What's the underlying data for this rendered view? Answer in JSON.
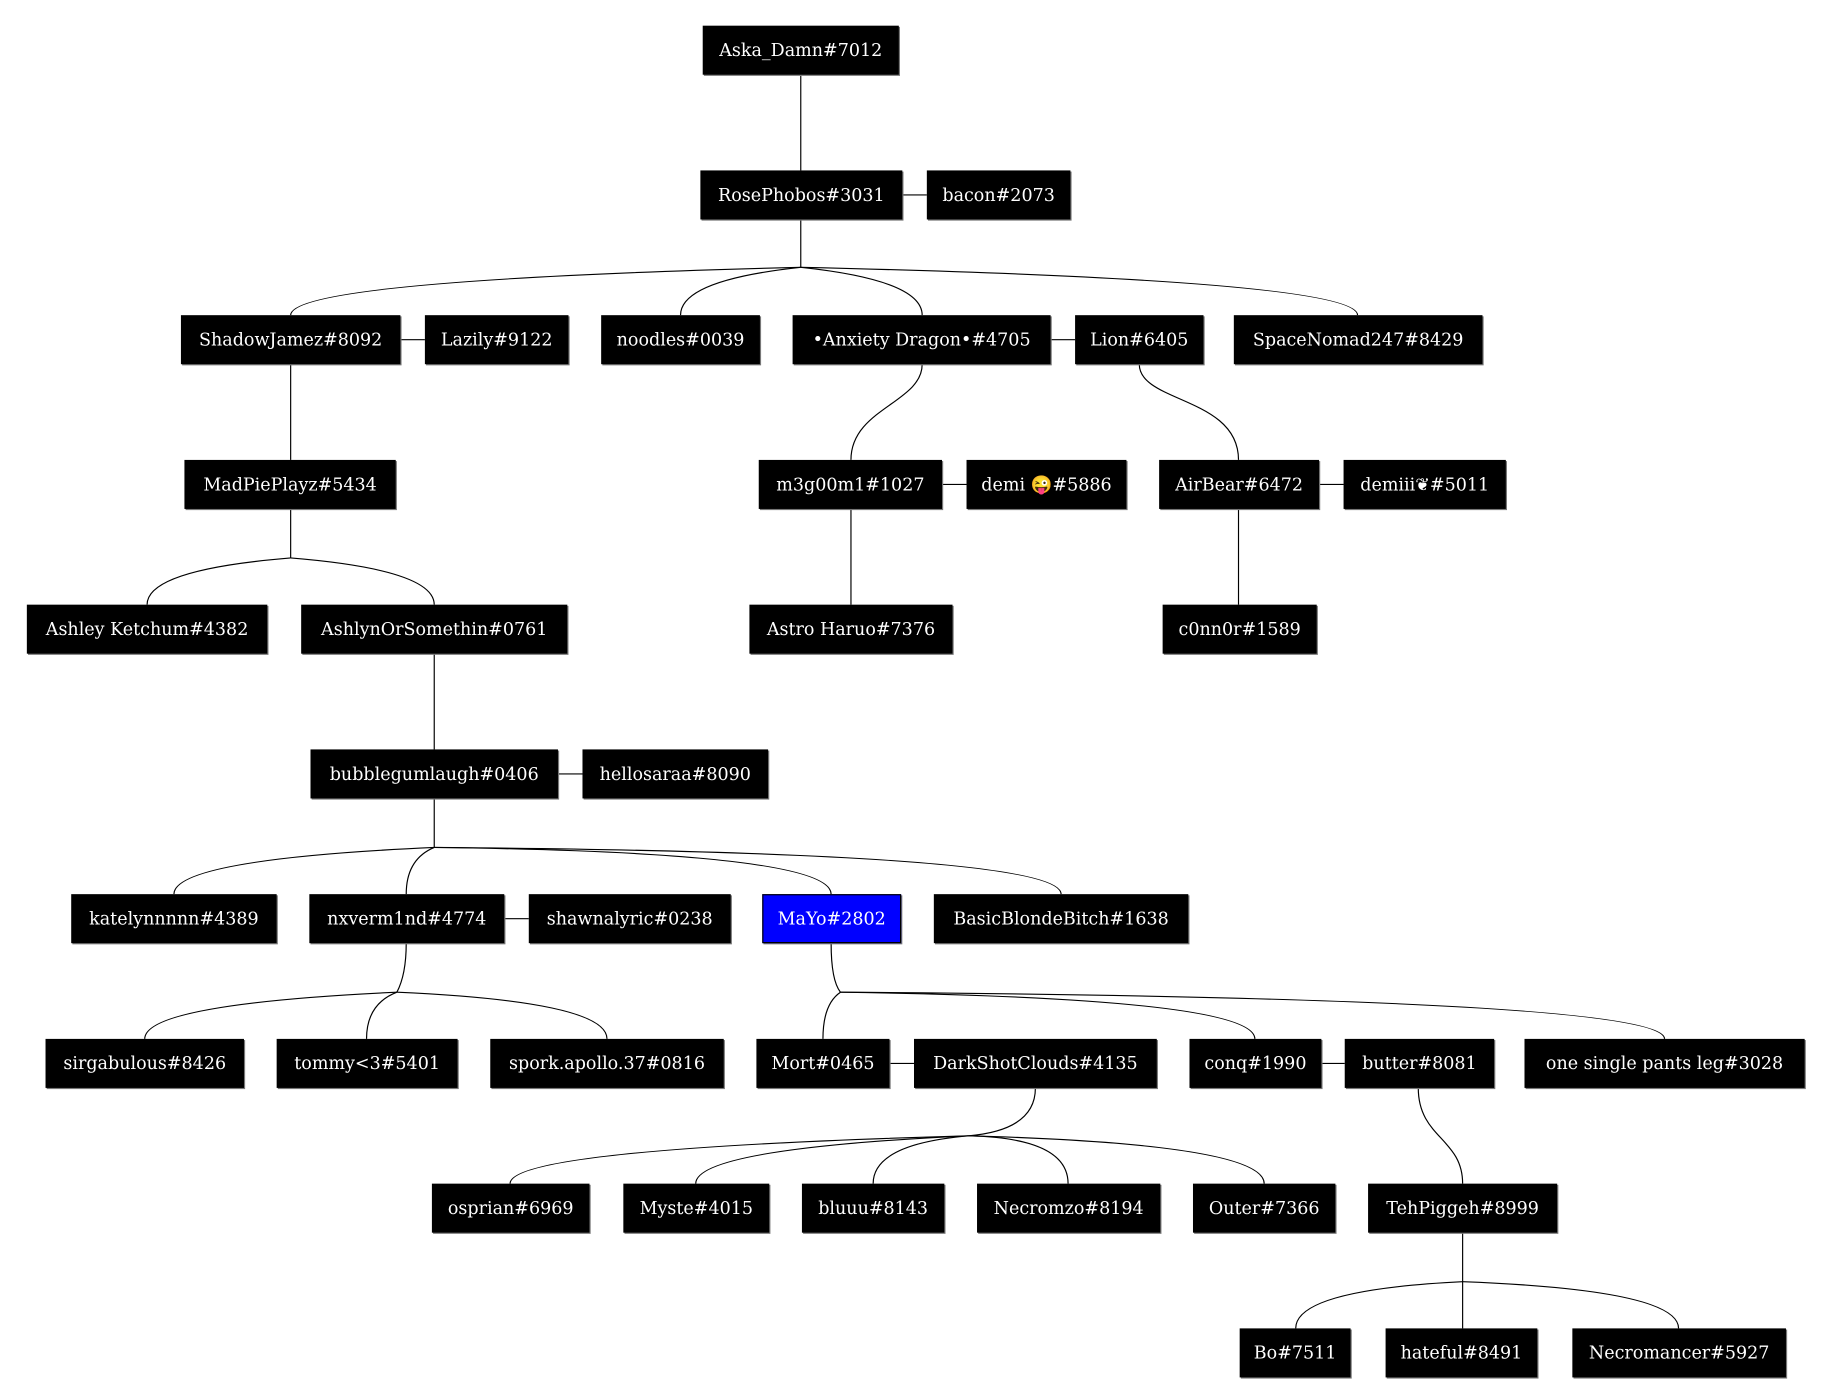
{
  "highlight_color": "#0000ff",
  "nodes": {
    "aska": "Aska_Damn#7012",
    "rose": "RosePhobos#3031",
    "bacon": "bacon#2073",
    "shadow": "ShadowJamez#8092",
    "lazily": "Lazily#9122",
    "noodles": "noodles#0039",
    "anxiety": "•Anxiety Dragon•#4705",
    "lion": "Lion#6405",
    "spacenomad": "SpaceNomad247#8429",
    "madpie": "MadPiePlayz#5434",
    "m3g": "m3g00m1#1027",
    "demi": "demi 😜#5886",
    "airbear": "AirBear#6472",
    "demiii": "demiii❦#5011",
    "ashley": "Ashley Ketchum#4382",
    "ashlyn": "AshlynOrSomethin#0761",
    "astro": "Astro Haruo#7376",
    "connor": "c0nn0r#1589",
    "bubble": "bubblegumlaugh#0406",
    "hellosaraa": "hellosaraa#8090",
    "katelyn": "katelynnnnn#4389",
    "nxverm": "nxverm1nd#4774",
    "shawna": "shawnalyric#0238",
    "mayo": "MaYo#2802",
    "basic": "BasicBlondeBitch#1638",
    "sirg": "sirgabulous#8426",
    "tommy": "tommy<3#5401",
    "spork": "spork.apollo.37#0816",
    "mort": "Mort#0465",
    "darkshot": "DarkShotClouds#4135",
    "conq": "conq#1990",
    "butter": "butter#8081",
    "pantsleg": "one single pants leg#3028",
    "osprian": "osprian#6969",
    "myste": "Myste#4015",
    "bluuu": "bluuu#8143",
    "necromzo": "Necromzo#8194",
    "outer": "Outer#7366",
    "tehpiggeh": "TehPiggeh#8999",
    "bo": "Bo#7511",
    "hateful": "hateful#8491",
    "necromancer": "Necromancer#5927"
  }
}
